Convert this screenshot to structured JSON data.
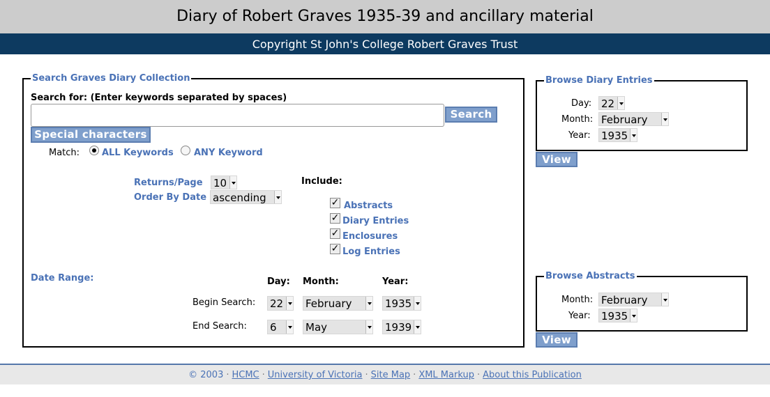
{
  "header": {
    "title": "Diary of Robert Graves 1935-39 and ancillary material",
    "subtitle": "Copyright St John's College Robert Graves Trust"
  },
  "search": {
    "legend": "Search Graves Diary Collection",
    "search_for_label": "Search for: (Enter keywords separated by spaces)",
    "query_value": "",
    "search_button": "Search",
    "special_chars_button": "Special characters",
    "match_label": "Match:",
    "match_all": "ALL Keywords",
    "match_any": "ANY Keyword",
    "match_selected": "all",
    "returns_label": "Returns/Page",
    "returns_value": "10",
    "order_label": "Order By Date",
    "order_value": "ascending",
    "include_label": "Include:",
    "include": [
      {
        "label": "Abstracts",
        "checked": true
      },
      {
        "label": "Diary Entries",
        "checked": true
      },
      {
        "label": "Enclosures",
        "checked": true
      },
      {
        "label": "Log Entries",
        "checked": true
      }
    ],
    "date_range_label": "Date Range:",
    "col_day": "Day:",
    "col_month": "Month:",
    "col_year": "Year:",
    "begin_label": "Begin Search:",
    "begin": {
      "day": "22",
      "month": "February",
      "year": "1935"
    },
    "end_label": "End Search:",
    "end": {
      "day": "6",
      "month": "May",
      "year": "1939"
    }
  },
  "browse_diary": {
    "legend": "Browse Diary Entries",
    "day_label": "Day:",
    "day_value": "22",
    "month_label": "Month:",
    "month_value": "February",
    "year_label": "Year:",
    "year_value": "1935",
    "view_button": "View"
  },
  "browse_abstracts": {
    "legend": "Browse Abstracts",
    "month_label": "Month:",
    "month_value": "February",
    "year_label": "Year:",
    "year_value": "1935",
    "view_button": "View"
  },
  "footer": {
    "copyright": "© 2003",
    "links": [
      "HCMC",
      "University of Victoria",
      "Site Map",
      "XML Markup",
      "About this Publication"
    ],
    "separator": "·"
  }
}
